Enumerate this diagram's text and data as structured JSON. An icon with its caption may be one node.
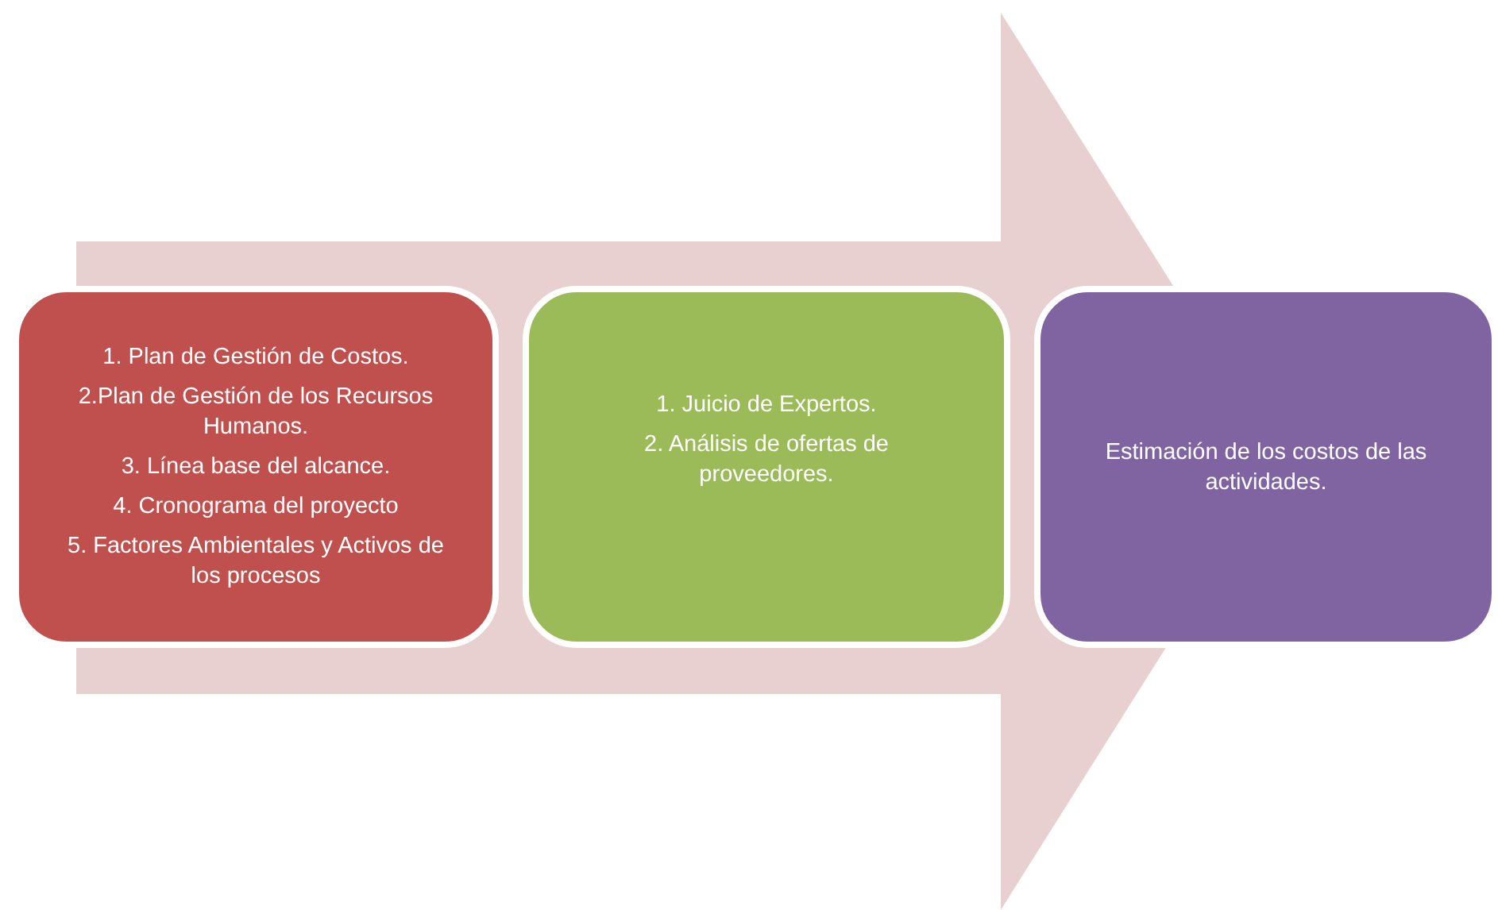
{
  "diagram": {
    "nodes": [
      {
        "text": [
          "1. Plan de Gestión de Costos.",
          "2.Plan de Gestión de los Recursos Humanos.",
          "3. Línea base del alcance.",
          "4. Cronograma del proyecto",
          "5. Factores Ambientales y Activos de los procesos"
        ]
      },
      {
        "text": [
          "1. Juicio de Expertos.",
          "2. Análisis de ofertas de proveedores."
        ]
      },
      {
        "text": [
          "Estimación de los costos de las actividades."
        ]
      }
    ],
    "edges": [
      {
        "from": 0,
        "to": 2,
        "arrow": "to"
      }
    ]
  }
}
